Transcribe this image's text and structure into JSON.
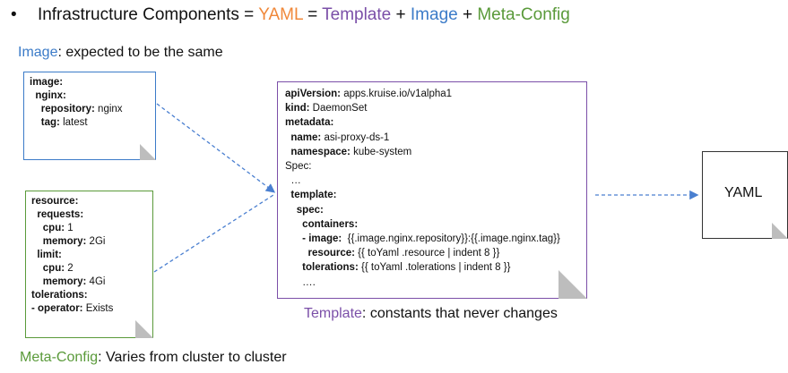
{
  "title": {
    "bullet": "•",
    "prefix": "Infrastructure Components = ",
    "yaml": "YAML",
    "eq": " = ",
    "template": "Template",
    "plus1": " + ",
    "image": "Image",
    "plus2": " + ",
    "metaconfig": "Meta-Config"
  },
  "image_caption": {
    "keyword": "Image",
    "rest": ": expected to be the same"
  },
  "template_caption": {
    "keyword": "Template",
    "rest": ": constants that never changes"
  },
  "meta_caption": {
    "keyword": "Meta-Config",
    "rest": ": Varies from cluster to cluster"
  },
  "image_box": [
    {
      "key": "image:",
      "val": ""
    },
    {
      "key": "  nginx:",
      "val": ""
    },
    {
      "key": "    repository:",
      "val": " nginx"
    },
    {
      "key": "    tag:",
      "val": " latest"
    }
  ],
  "meta_box": [
    {
      "key": "resource:",
      "val": ""
    },
    {
      "key": "  requests:",
      "val": ""
    },
    {
      "key": "    cpu:",
      "val": " 1"
    },
    {
      "key": "    memory:",
      "val": " 2Gi"
    },
    {
      "key": "  limit:",
      "val": ""
    },
    {
      "key": "    cpu:",
      "val": " 2"
    },
    {
      "key": "    memory:",
      "val": " 4Gi"
    },
    {
      "key": "tolerations:",
      "val": ""
    },
    {
      "key": "- operator:",
      "val": " Exists"
    }
  ],
  "template_box": [
    {
      "key": "apiVersion:",
      "val": " apps.kruise.io/v1alpha1"
    },
    {
      "key": "kind:",
      "val": " DaemonSet"
    },
    {
      "key": "metadata:",
      "val": ""
    },
    {
      "key": "  name:",
      "val": " asi-proxy-ds-1"
    },
    {
      "key": "  namespace:",
      "val": " kube-system"
    },
    {
      "key": "",
      "val": "Spec:"
    },
    {
      "key": "",
      "val": "  …"
    },
    {
      "key": "  template:",
      "val": ""
    },
    {
      "key": "    spec:",
      "val": ""
    },
    {
      "key": "      containers:",
      "val": ""
    },
    {
      "key": "      - image:",
      "val": "  {{.image.nginx.repository}}:{{.image.nginx.tag}}"
    },
    {
      "key": "        resource:",
      "val": " {{ toYaml .resource | indent 8 }}"
    },
    {
      "key": "      tolerations:",
      "val": " {{ toYaml .tolerations | indent 8 }}"
    },
    {
      "key": "",
      "val": "      …."
    }
  ],
  "yaml_box": {
    "label": "YAML"
  },
  "colors": {
    "yaml": "#f0883a",
    "template": "#7b4fa8",
    "image": "#3b7bc8",
    "metaconfig": "#5a9a3a",
    "arrow": "#4a7fd0"
  }
}
